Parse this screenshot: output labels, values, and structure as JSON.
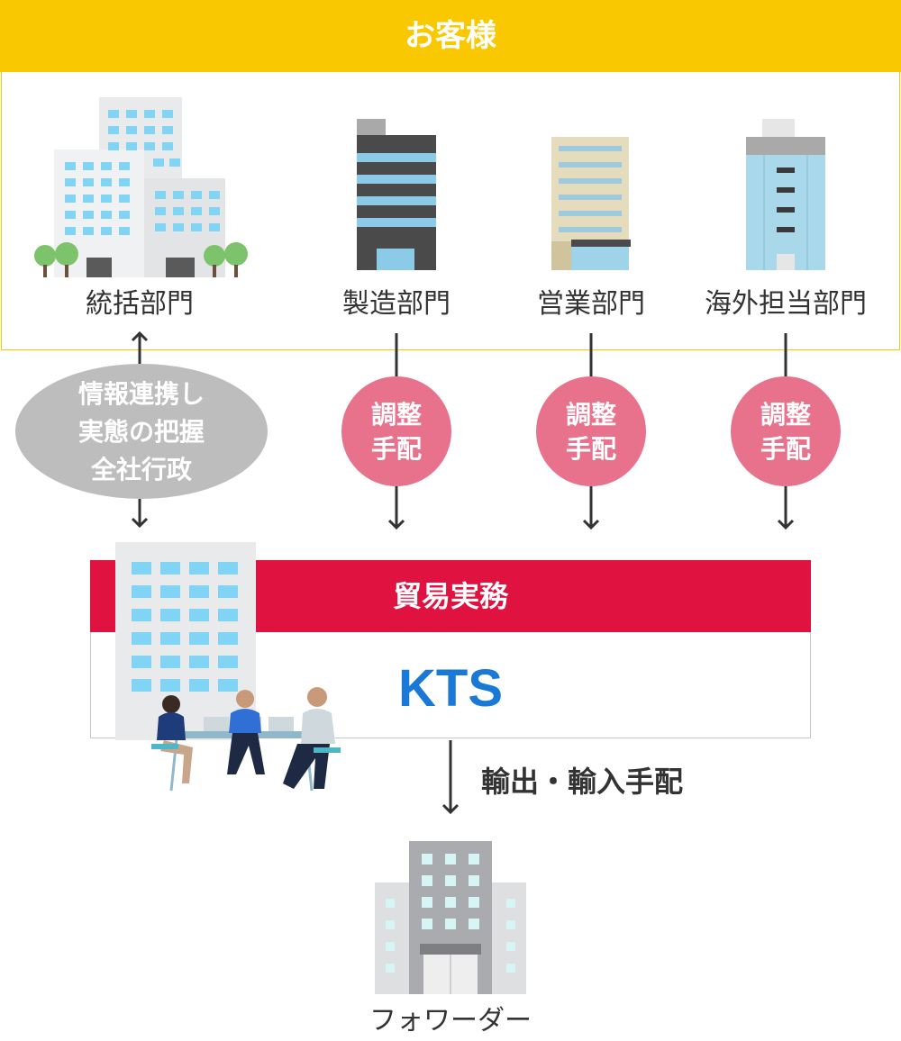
{
  "customer": {
    "title": "お客様"
  },
  "departments": [
    {
      "label": "統括部門"
    },
    {
      "label": "製造部門"
    },
    {
      "label": "営業部門"
    },
    {
      "label": "海外担当部門"
    }
  ],
  "info_bubble": {
    "lines": [
      "情報連携し",
      "実態の把握",
      "全社行政"
    ]
  },
  "coordination_bubbles": [
    {
      "lines": [
        "調整",
        "手配"
      ]
    },
    {
      "lines": [
        "調整",
        "手配"
      ]
    },
    {
      "lines": [
        "調整",
        "手配"
      ]
    }
  ],
  "trade": {
    "title": "貿易実務",
    "company": "KTS"
  },
  "logistics": {
    "label": "輸出・輸入手配"
  },
  "forwarder": {
    "label": "フォワーダー"
  },
  "colors": {
    "customer_accent": "#fac800",
    "trade_accent": "#e01240",
    "bubble_pink": "#e8718c",
    "bubble_gray": "#bdbdbd",
    "company_text": "#1a78d6"
  }
}
